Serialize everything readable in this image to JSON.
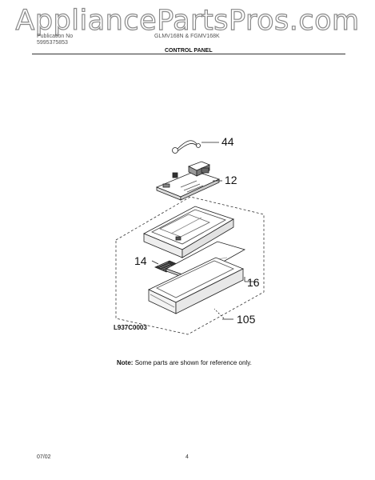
{
  "watermark": "AppliancePartsPros.com",
  "header": {
    "publication_label": "Publication No",
    "publication_number": "5995375853",
    "models": "GLMV168N & FGMV168K",
    "section_title": "CONTROL PANEL"
  },
  "diagram": {
    "code": "L937C0003",
    "callouts": {
      "p44": "44",
      "p12": "12",
      "p14": "14",
      "p16": "16",
      "p105": "105"
    }
  },
  "note": {
    "label": "Note:",
    "text": "Some parts are shown for reference only."
  },
  "footer": {
    "date": "07/02",
    "page": "4"
  }
}
